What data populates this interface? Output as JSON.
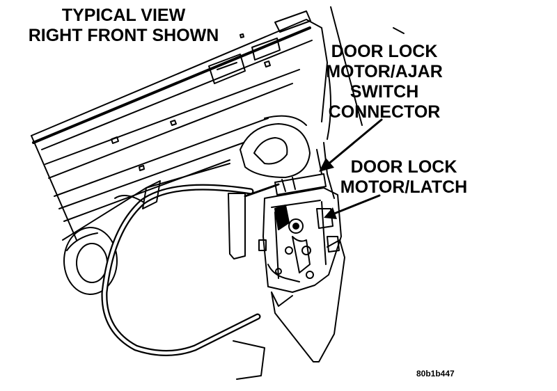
{
  "labels": {
    "view": [
      "TYPICAL VIEW",
      "RIGHT FRONT SHOWN"
    ],
    "connector": [
      "DOOR LOCK",
      "MOTOR/AJAR",
      "SWITCH",
      "CONNECTOR"
    ],
    "latch": [
      "DOOR LOCK",
      "MOTOR/LATCH"
    ],
    "figure_code": "80b1b447"
  },
  "colors": {
    "ink": "#000000",
    "paper": "#ffffff"
  }
}
